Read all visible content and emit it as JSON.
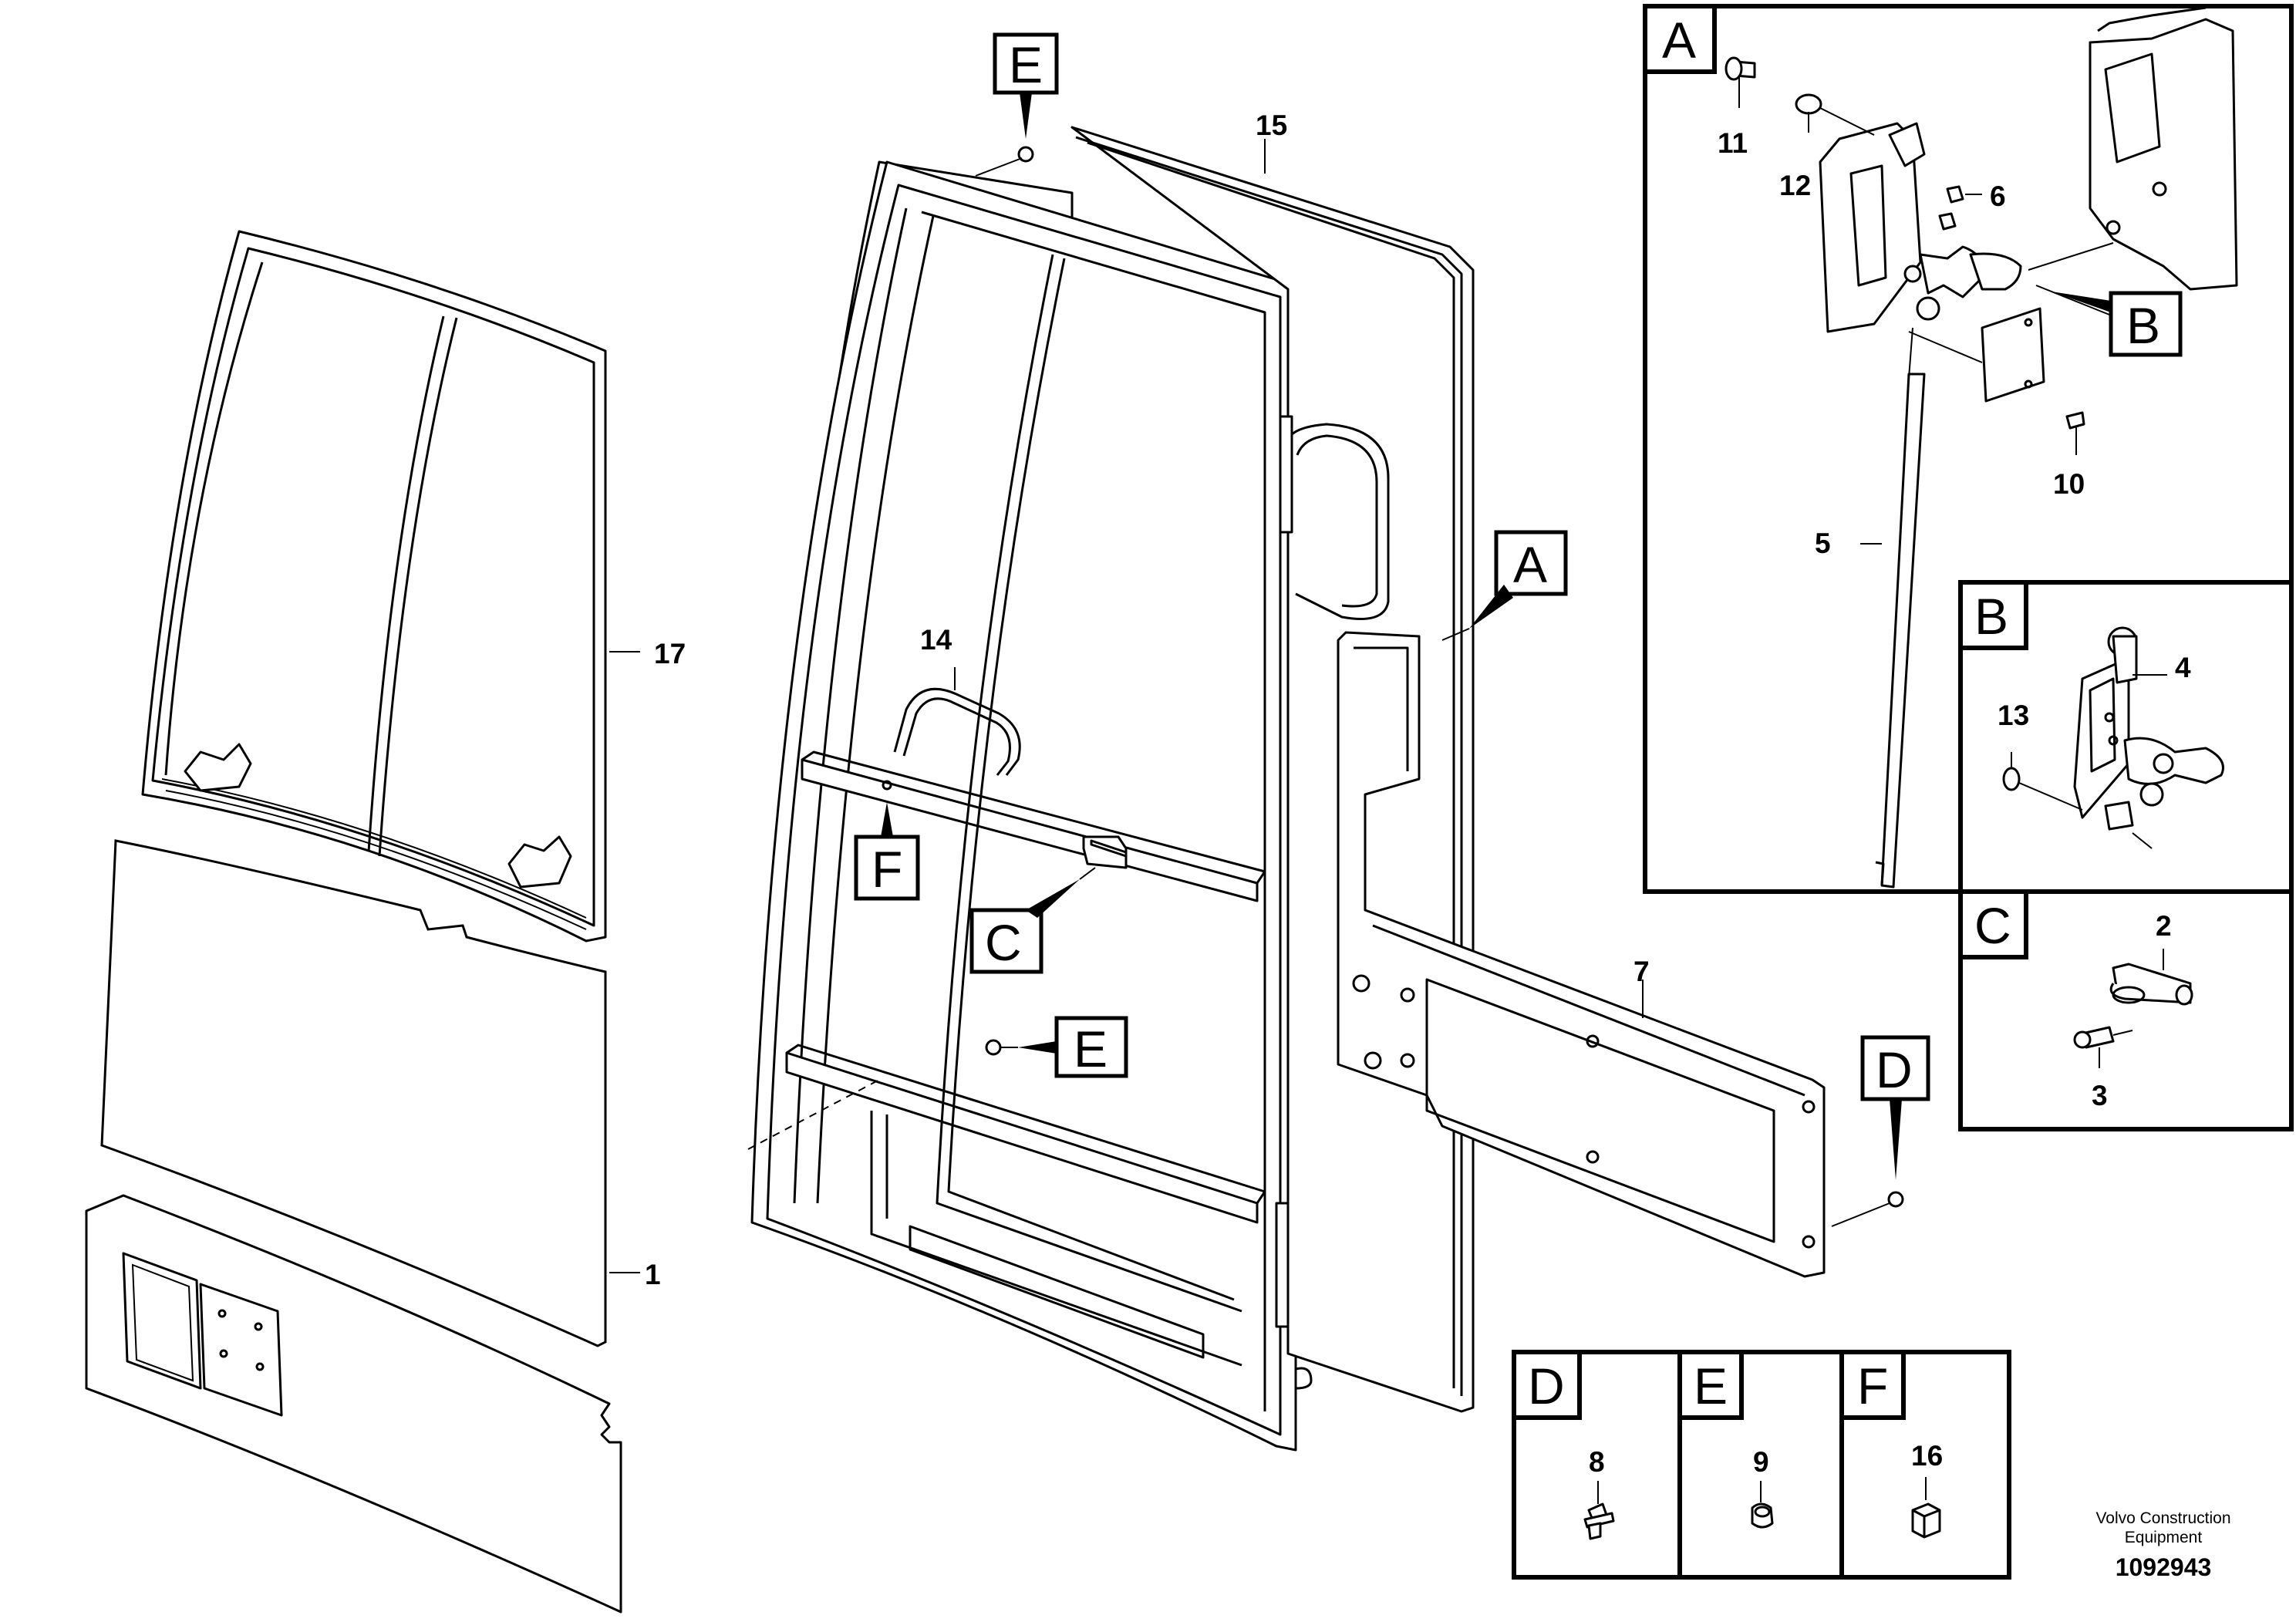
{
  "callouts": {
    "c1": "1",
    "c2": "2",
    "c3": "3",
    "c4": "4",
    "c5": "5",
    "c6": "6",
    "c7": "7",
    "c8": "8",
    "c9": "9",
    "c10": "10",
    "c11": "11",
    "c12": "12",
    "c13": "13",
    "c14": "14",
    "c15": "15",
    "c16": "16",
    "c17": "17"
  },
  "view_labels": {
    "A": "A",
    "B": "B",
    "C": "C",
    "D": "D",
    "E": "E",
    "F": "F"
  },
  "footer": {
    "brand_line1": "Volvo Construction",
    "brand_line2": "Equipment",
    "drawing_number": "1092943"
  }
}
